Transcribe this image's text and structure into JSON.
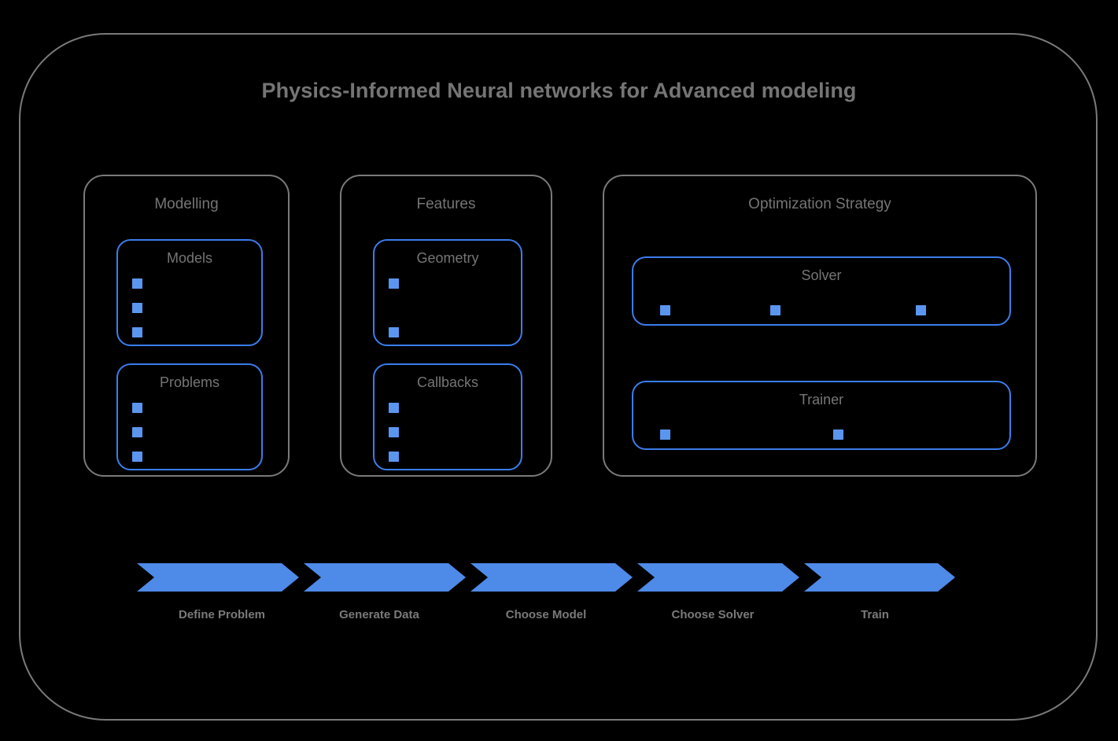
{
  "diagram": {
    "title": "Physics-Informed Neural networks for Advanced modeling",
    "accent_color": "#4e8ae8",
    "border_blue": "#3b7ded",
    "border_grey": "#7a7a7a",
    "text_grey": "#757575",
    "background": "#000000"
  },
  "groups": [
    {
      "name": "modelling",
      "label": "Modelling",
      "boxes": [
        {
          "name": "models",
          "label": "Models",
          "bullet_count": 3,
          "bullet_layout": "vertical"
        },
        {
          "name": "problems",
          "label": "Problems",
          "bullet_count": 3,
          "bullet_layout": "vertical"
        }
      ]
    },
    {
      "name": "features",
      "label": "Features",
      "boxes": [
        {
          "name": "geometry",
          "label": "Geometry",
          "bullet_count": 2,
          "bullet_layout": "vertical"
        },
        {
          "name": "callbacks",
          "label": "Callbacks",
          "bullet_count": 3,
          "bullet_layout": "vertical"
        }
      ]
    },
    {
      "name": "optimization-strategy",
      "label": "Optimization Strategy",
      "boxes": [
        {
          "name": "solver",
          "label": "Solver",
          "bullet_count": 3,
          "bullet_layout": "horizontal"
        },
        {
          "name": "trainer",
          "label": "Trainer",
          "bullet_count": 2,
          "bullet_layout": "horizontal"
        }
      ]
    }
  ],
  "process_flow": {
    "steps": [
      {
        "label": "Define Problem"
      },
      {
        "label": "Generate Data"
      },
      {
        "label": "Choose Model"
      },
      {
        "label": "Choose Solver"
      },
      {
        "label": "Train"
      }
    ]
  }
}
